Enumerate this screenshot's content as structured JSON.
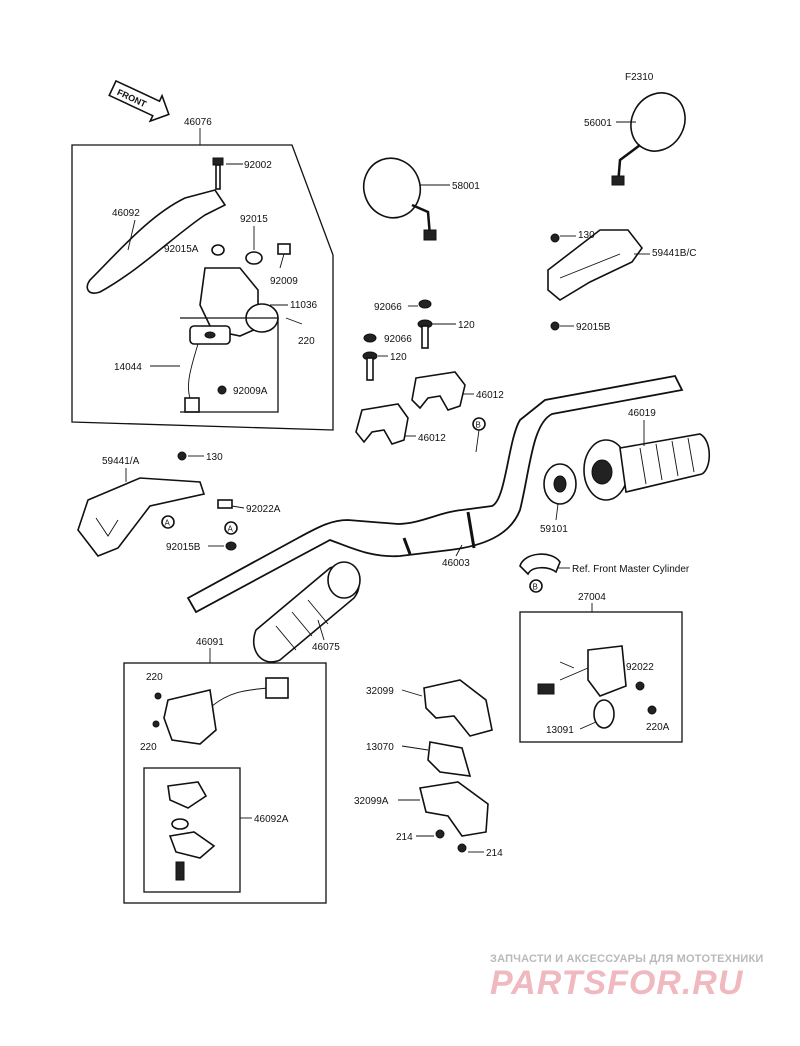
{
  "figure_code": "F2310",
  "front_label": "FRONT",
  "callouts": {
    "c46076": "46076",
    "c92002": "92002",
    "c46092": "46092",
    "c92015": "92015",
    "c92015A": "92015A",
    "c92009": "92009",
    "c11036": "11036",
    "c220a": "220",
    "c14044": "14044",
    "c92009A": "92009A",
    "c56001": "56001",
    "c58001": "58001",
    "c130a": "130",
    "c59441BC": "59441B/C",
    "c92015B_r": "92015B",
    "c92066a": "92066",
    "c120a": "120",
    "c92066b": "92066",
    "c120b": "120",
    "c46012a": "46012",
    "c46012b": "46012",
    "c46019": "46019",
    "c59101": "59101",
    "c46003": "46003",
    "c59441A": "59441/A",
    "c130b": "130",
    "c92022A": "92022A",
    "c92015B_l": "92015B",
    "c46075": "46075",
    "ref_front": "Ref. Front Master Cylinder",
    "c27004": "27004",
    "c92022": "92022",
    "c13091": "13091",
    "c220A": "220A",
    "c46091": "46091",
    "c220b": "220",
    "c220c": "220",
    "c46092A": "46092A",
    "c32099": "32099",
    "c13070": "13070",
    "c32099A": "32099A",
    "c214a": "214",
    "c214b": "214"
  },
  "ref_marks": {
    "a1": "A",
    "a2": "A",
    "b1": "B",
    "b2": "B"
  },
  "watermark": {
    "tagline": "ЗАПЧАСТИ И АКСЕССУАРЫ ДЛЯ МОТОТЕХНИКИ",
    "brand": "PARTSFOR.RU"
  }
}
